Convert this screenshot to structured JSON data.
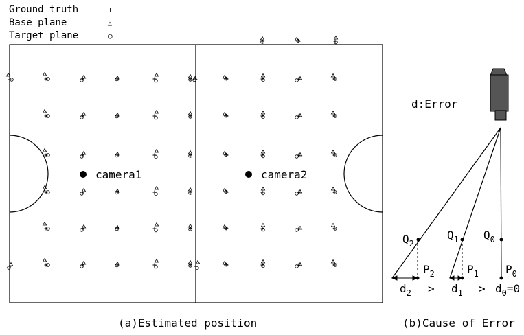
{
  "legend": {
    "ground_truth": {
      "label": "Ground truth",
      "marker": "+"
    },
    "base_plane": {
      "label": "Base plane",
      "marker": "△"
    },
    "target_plane": {
      "label": "Target plane",
      "marker": "○"
    }
  },
  "panel_a": {
    "caption": "(a)Estimated position",
    "camera1_label": "camera1",
    "camera2_label": "camera2"
  },
  "panel_b": {
    "caption": "(b)Cause of Error",
    "error_label": "d:Error",
    "points": {
      "q2": "Q",
      "q2_sub": "2",
      "q1": "Q",
      "q1_sub": "1",
      "q0": "Q",
      "q0_sub": "0",
      "p2": "P",
      "p2_sub": "2",
      "p1": "P",
      "p1_sub": "1",
      "p0": "P",
      "p0_sub": "0",
      "d2": "d",
      "d2_sub": "2",
      "d1": "d",
      "d1_sub": "1",
      "d0": "d",
      "d0_sub": "0",
      "d0_value": "=0",
      "gt1": ">",
      "gt2": ">"
    }
  },
  "colors": {
    "ink": "#000000",
    "camera_body": "#555555",
    "background": "#ffffff"
  }
}
